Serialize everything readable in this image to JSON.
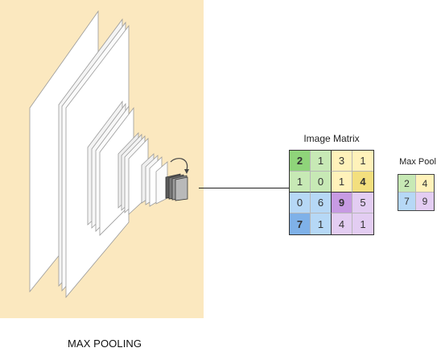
{
  "diagram": {
    "matrix_title": "Image Matrix",
    "matrix": [
      [
        "2",
        "1",
        "3",
        "1"
      ],
      [
        "1",
        "0",
        "1",
        "4"
      ],
      [
        "0",
        "6",
        "9",
        "5"
      ],
      [
        "7",
        "1",
        "4",
        "1"
      ]
    ],
    "pool_title": "Max Pool",
    "pool": [
      [
        "2",
        "4"
      ],
      [
        "7",
        "9"
      ]
    ],
    "caption": "MAX POOLING",
    "colors": {
      "panel": "#fbe8bf",
      "green": "#b2df9a",
      "green_strong": "#8fd47a",
      "yellow": "#fff2ba",
      "yellow_strong": "#f3df7e",
      "blue": "#b6d8f6",
      "blue_strong": "#7fb1e8",
      "purple": "#e3cdf2",
      "purple_strong": "#c79be3"
    }
  }
}
